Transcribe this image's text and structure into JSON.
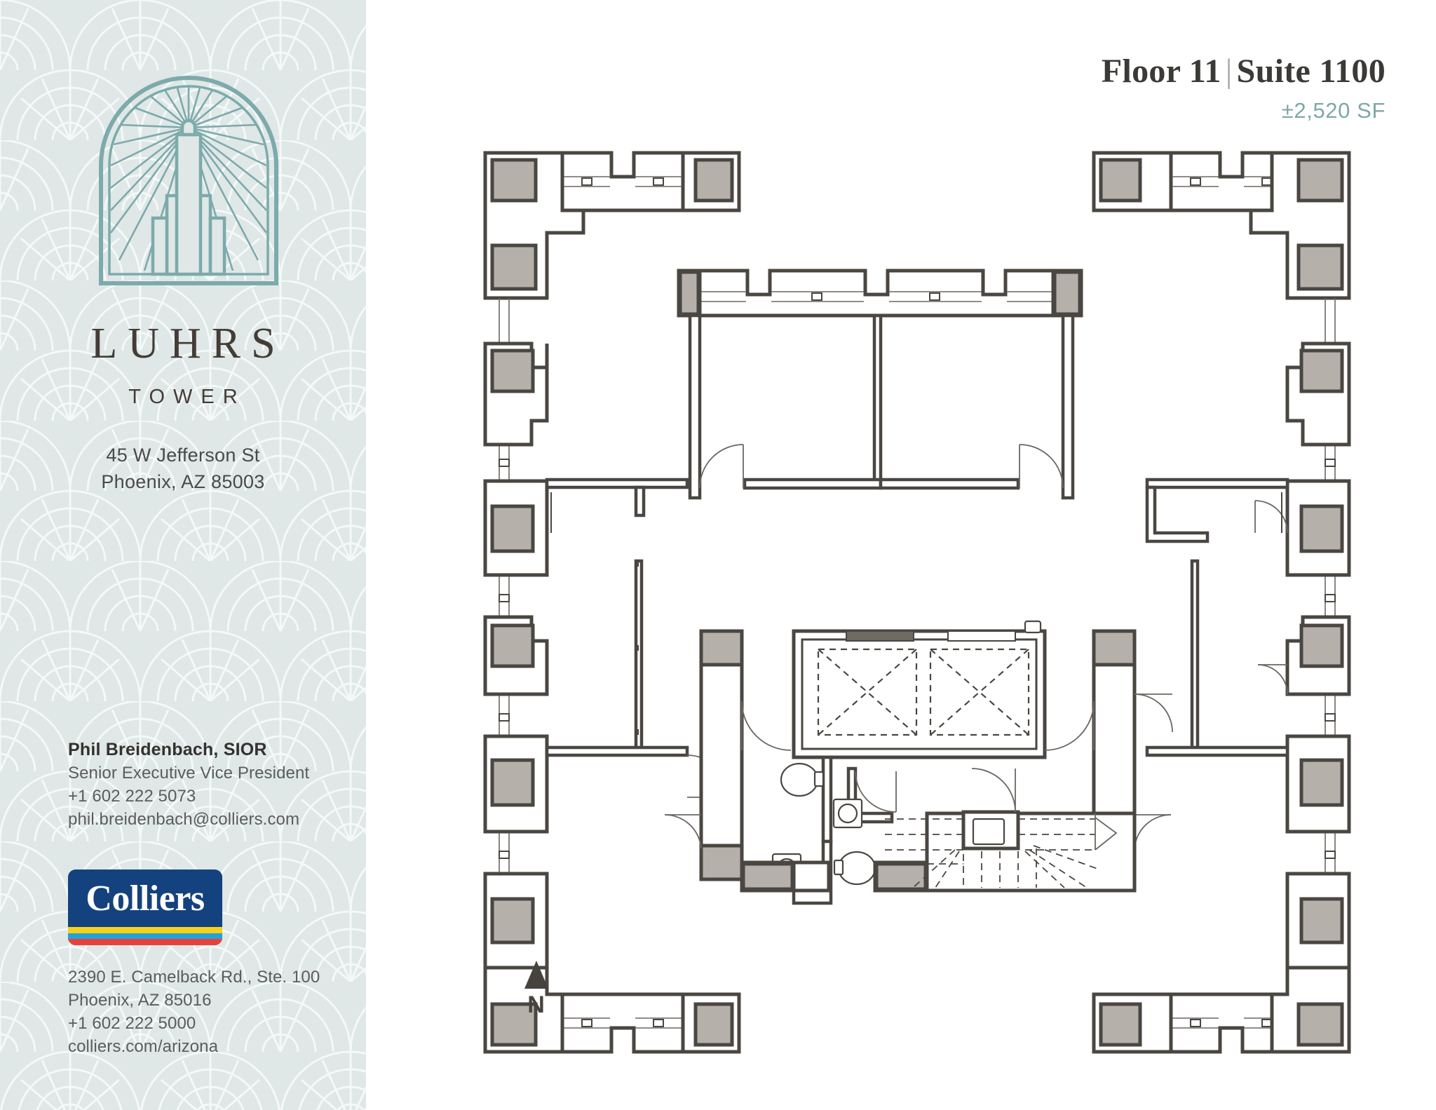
{
  "brand": {
    "name": "LUHRS",
    "subtitle": "TOWER",
    "address_line1": "45 W Jefferson St",
    "address_line2": "Phoenix, AZ 85003",
    "emblem_icon": "luhrs-tower-arch-emblem",
    "accent_teal": "#7fa7a7",
    "sidebar_bg": "#dfe7e7"
  },
  "header": {
    "floor": "Floor 11",
    "separator": "|",
    "suite": "Suite 1100",
    "area": "±2,520 SF"
  },
  "contact": {
    "name": "Phil Breidenbach, SIOR",
    "title": "Senior Executive Vice President",
    "phone": "+1 602 222 5073",
    "email": "phil.breidenbach@colliers.com"
  },
  "company": {
    "logo_text": "Colliers",
    "logo_bg": "#14427e",
    "stripe_yellow": "#f7d117",
    "stripe_blue": "#22a2db",
    "stripe_red": "#e8413a",
    "address_line1": "2390 E. Camelback Rd., Ste. 100",
    "address_line2": "Phoenix, AZ 85016",
    "phone": "+1 602 222 5000",
    "website": "colliers.com/arizona"
  },
  "floorplan": {
    "orientation_label": "N",
    "orientation_icon": "north-arrow-icon",
    "wall_color": "#4a4642",
    "pier_fill": "#b5b0a9",
    "features": [
      "elevator-bank-two-cabs",
      "stairwell-winder",
      "mens-restroom",
      "womens-restroom",
      "perimeter-window-bays",
      "private-offices-north",
      "open-office-west",
      "open-office-east",
      "corridor-doors"
    ]
  }
}
